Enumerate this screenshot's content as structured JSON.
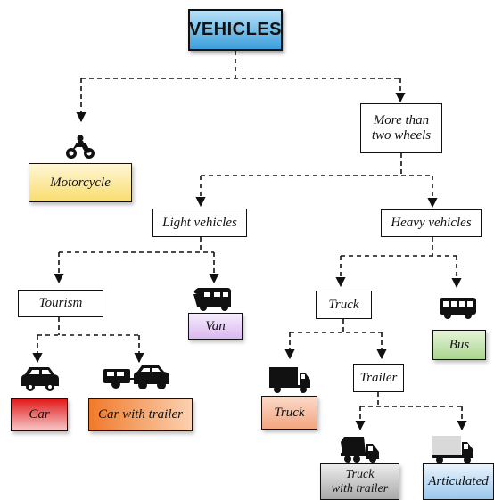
{
  "nodes": {
    "vehicles": "VEHICLES",
    "more_than_two_wheels_line1": "More than",
    "more_than_two_wheels_line2": "two wheels",
    "motorcycle": "Motorcycle",
    "light_vehicles": "Light vehicles",
    "heavy_vehicles": "Heavy vehicles",
    "tourism": "Tourism",
    "van": "Van",
    "truck_category": "Truck",
    "bus": "Bus",
    "car": "Car",
    "car_with_trailer": "Car with trailer",
    "truck": "Truck",
    "trailer": "Trailer",
    "truck_with_trailer_line1": "Truck",
    "truck_with_trailer_line2": "with trailer",
    "articulated": "Articulated"
  },
  "colors": {
    "root_fill": "#3a9fdb",
    "motorcycle_fill": "#f9dc6e",
    "van_fill": "#d9b7ef",
    "bus_fill": "#a9d58c",
    "car_fill": "#e21b1b",
    "car_with_trailer_fill": "#f07a2a",
    "truck_fill": "#f3a57f",
    "truck_with_trailer_fill": "#a9a9a9",
    "articulated_fill": "#9ac7ec"
  },
  "icons": {
    "motorcycle": "motorcycle-icon",
    "van": "camper-van-icon",
    "bus": "bus-icon",
    "car": "car-icon",
    "car_with_trailer": "car-with-trailer-icon",
    "truck": "truck-icon",
    "truck_with_trailer": "dump-truck-icon",
    "articulated": "articulated-truck-icon"
  }
}
